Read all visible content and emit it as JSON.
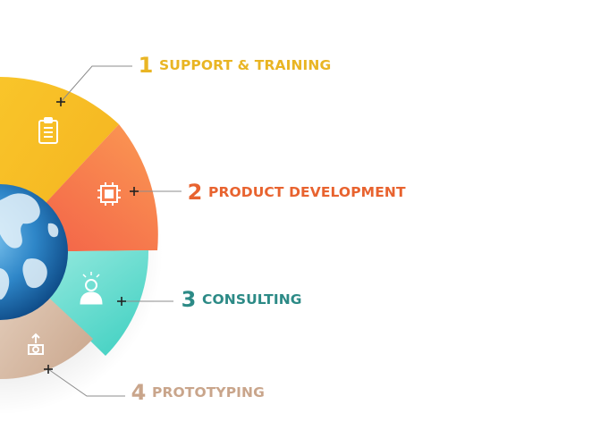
{
  "steps": [
    {
      "number": "1",
      "label": "SUPPORT & TRAINING",
      "color": "#E9B524",
      "icon": "clipboard-icon"
    },
    {
      "number": "2",
      "label": "PRODUCT DEVELOPMENT",
      "color": "#E8632F",
      "icon": "chip-icon"
    },
    {
      "number": "3",
      "label": "CONSULTING",
      "color": "#2C8A86",
      "icon": "consultant-icon"
    },
    {
      "number": "4",
      "label": "PROTOTYPING",
      "color": "#C9A58B",
      "icon": "prototype-box-icon"
    }
  ],
  "colors": {
    "segment_1": "#F7C22A",
    "segment_2": "#F8794C",
    "segment_3": "#6EDCCF",
    "segment_4": "#DEC2A8",
    "connector": "#8C8C8C",
    "globe_ocean": "#2E86C8"
  }
}
